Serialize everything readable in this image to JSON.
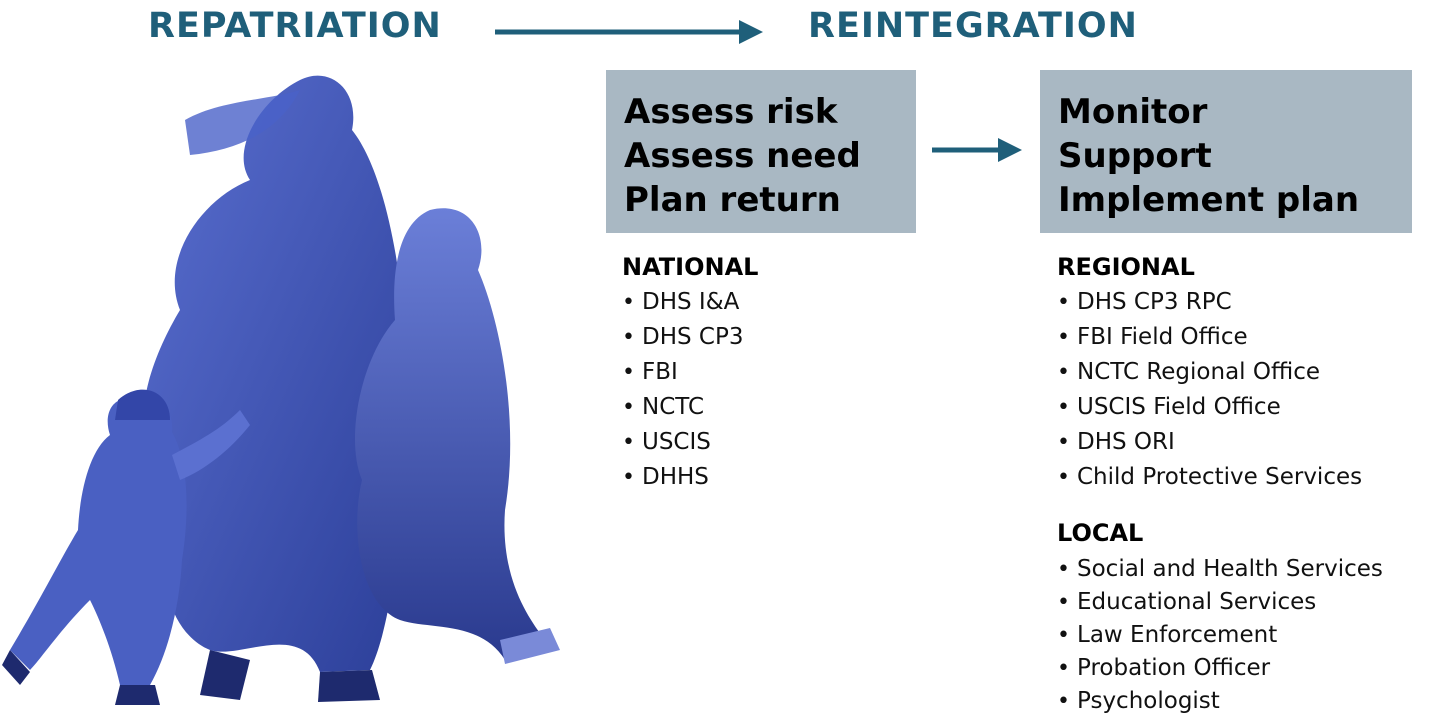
{
  "header": {
    "repatriation_title": "REPATRIATION",
    "reintegration_title": "REINTEGRATION"
  },
  "repatriation_box": {
    "lines": [
      "Assess risk",
      "Assess need",
      "Plan return"
    ]
  },
  "reintegration_box": {
    "lines": [
      "Monitor",
      "Support",
      "Implement plan"
    ]
  },
  "national": {
    "heading": "NATIONAL",
    "items": [
      "DHS I&A",
      "DHS CP3",
      "FBI",
      "NCTC",
      "USCIS",
      "DHHS"
    ]
  },
  "regional": {
    "heading": "REGIONAL",
    "items": [
      "DHS CP3 RPC",
      "FBI Field Office",
      "NCTC Regional Office",
      "USCIS Field Office",
      "DHS ORI",
      "Child Protective Services"
    ]
  },
  "local": {
    "heading": "LOCAL",
    "items": [
      "Social and Health Services",
      "Educational Services",
      "Law Enforcement",
      "Probation Officer",
      "Psychologist"
    ]
  },
  "colors": {
    "title_blue": "#1f5f7a",
    "box_gray": "#a9b8c3",
    "figure_blue": "#3d56b5"
  }
}
